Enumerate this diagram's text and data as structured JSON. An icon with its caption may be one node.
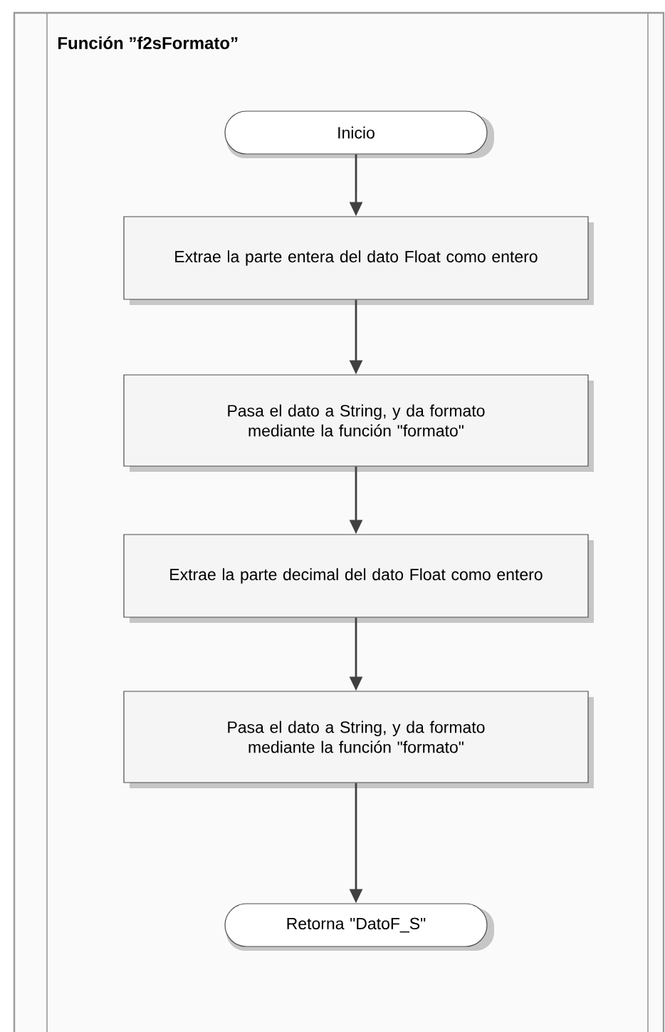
{
  "diagram": {
    "title": "Función ”f2sFormato”",
    "nodes": [
      {
        "text": [
          "Inicio"
        ]
      },
      {
        "text": [
          "Extrae la parte entera del dato Float como entero"
        ]
      },
      {
        "text": [
          "Pasa el dato a String, y da formato mediante la función \"formato\""
        ]
      },
      {
        "text": [
          "Extrae la parte decimal del dato Float como entero"
        ]
      },
      {
        "text": [
          "Pasa el dato a String, y da formato mediante la función \"formato\""
        ]
      },
      {
        "text": [
          "Retorna \"DatoF_S\""
        ]
      }
    ],
    "edges": [
      {
        "from": 0,
        "to": 1,
        "arrow": "to"
      },
      {
        "from": 1,
        "to": 2,
        "arrow": "to"
      },
      {
        "from": 2,
        "to": 3,
        "arrow": "to"
      },
      {
        "from": 3,
        "to": 4,
        "arrow": "to"
      },
      {
        "from": 4,
        "to": 5,
        "arrow": "to"
      }
    ]
  }
}
